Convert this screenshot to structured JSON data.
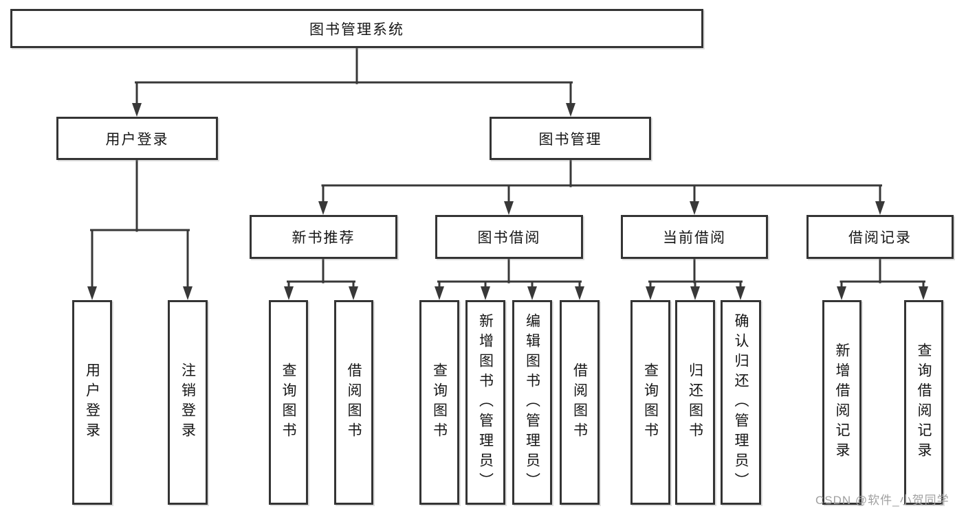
{
  "diagram": {
    "type": "hierarchy-tree",
    "root": {
      "label": "图书管理系统"
    },
    "level2": {
      "user_login": {
        "label": "用户登录"
      },
      "book_mgmt": {
        "label": "图书管理"
      }
    },
    "level3": {
      "new_books": {
        "label": "新书推荐"
      },
      "book_borrow": {
        "label": "图书借阅"
      },
      "current_borrow": {
        "label": "当前借阅"
      },
      "borrow_records": {
        "label": "借阅记录"
      }
    },
    "leaves": {
      "user_login": [
        "用户登录",
        "注销登录"
      ],
      "new_books": [
        "查询图书",
        "借阅图书"
      ],
      "book_borrow": [
        "查询图书",
        "新增图书（管理员）",
        "编辑图书（管理员）",
        "借阅图书"
      ],
      "current_borrow": [
        "查询图书",
        "归还图书",
        "确认归还（管理员）"
      ],
      "borrow_records": [
        "新增借阅记录",
        "查询借阅记录"
      ]
    },
    "watermark": "CSDN @软件_小贺同学",
    "colors": {
      "line": "#383838",
      "box_border": "#343434",
      "text": "#161616",
      "watermark": "#a0a0a0",
      "background": "#ffffff"
    }
  }
}
